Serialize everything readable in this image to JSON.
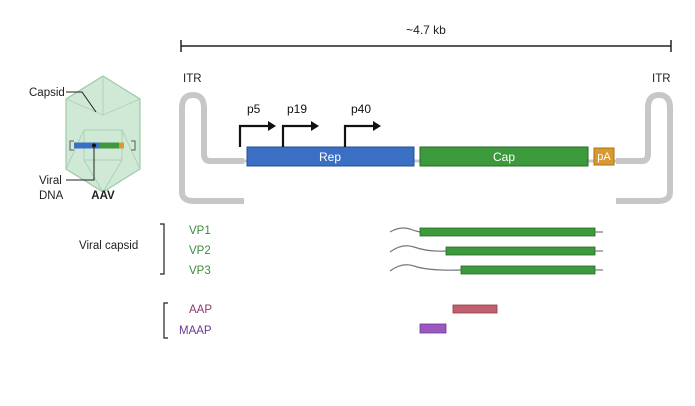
{
  "genome": {
    "scale_label": "~4.7 kb",
    "itr_left": "ITR",
    "itr_right": "ITR",
    "promoters": [
      "p5",
      "p19",
      "p40"
    ],
    "genes": {
      "rep": "Rep",
      "cap": "Cap",
      "polyA": "pA"
    }
  },
  "aav": {
    "capsid_label": "Capsid",
    "dna_label_line1": "Viral",
    "dna_label_line2": "DNA",
    "title": "AAV"
  },
  "viral_capsid": {
    "group_label": "Viral capsid",
    "proteins": [
      "VP1",
      "VP2",
      "VP3"
    ]
  },
  "accessory": {
    "proteins": [
      "AAP",
      "MAAP"
    ]
  },
  "colors": {
    "rep": "#3a6fc4",
    "cap": "#3c9a3c",
    "polyA": "#d8992f",
    "vp_text": "#3c8c3c",
    "aap_fill": "#c0606e",
    "aap_text": "#8a3a72",
    "maap_fill": "#9a58c0",
    "maap_text": "#6a3a90",
    "itr": "#c7c7c7",
    "capsid_fill": "#cfe9d6"
  }
}
